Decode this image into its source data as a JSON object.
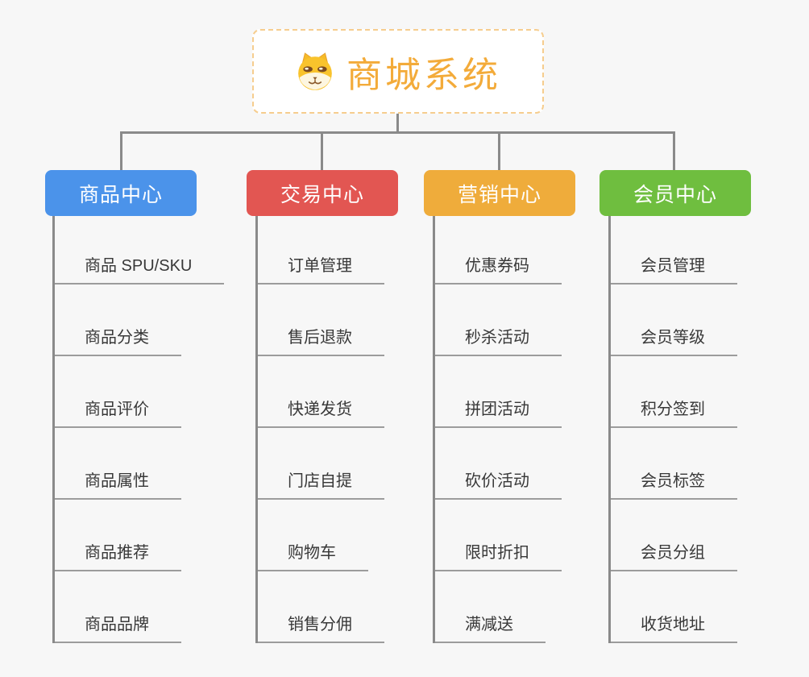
{
  "root": {
    "title": "商城系统",
    "icon": "shiba-dog-icon",
    "accent_color": "#f3ab3a",
    "border_color": "#f6cd8e"
  },
  "colors": {
    "background": "#f7f7f7",
    "connector_gray": "#8a8a8a",
    "leaf_underline_gray": "#9c9c9c",
    "leaf_text": "#383838"
  },
  "branches": [
    {
      "label": "商品中心",
      "color": "#4b93ea",
      "children": [
        "商品 SPU/SKU",
        "商品分类",
        "商品评价",
        "商品属性",
        "商品推荐",
        "商品品牌"
      ]
    },
    {
      "label": "交易中心",
      "color": "#e25652",
      "children": [
        "订单管理",
        "售后退款",
        "快递发货",
        "门店自提",
        "购物车",
        "销售分佣"
      ]
    },
    {
      "label": "营销中心",
      "color": "#efac3b",
      "children": [
        "优惠券码",
        "秒杀活动",
        "拼团活动",
        "砍价活动",
        "限时折扣",
        "满减送"
      ]
    },
    {
      "label": "会员中心",
      "color": "#6fbe3f",
      "children": [
        "会员管理",
        "会员等级",
        "积分签到",
        "会员标签",
        "会员分组",
        "收货地址"
      ]
    }
  ]
}
